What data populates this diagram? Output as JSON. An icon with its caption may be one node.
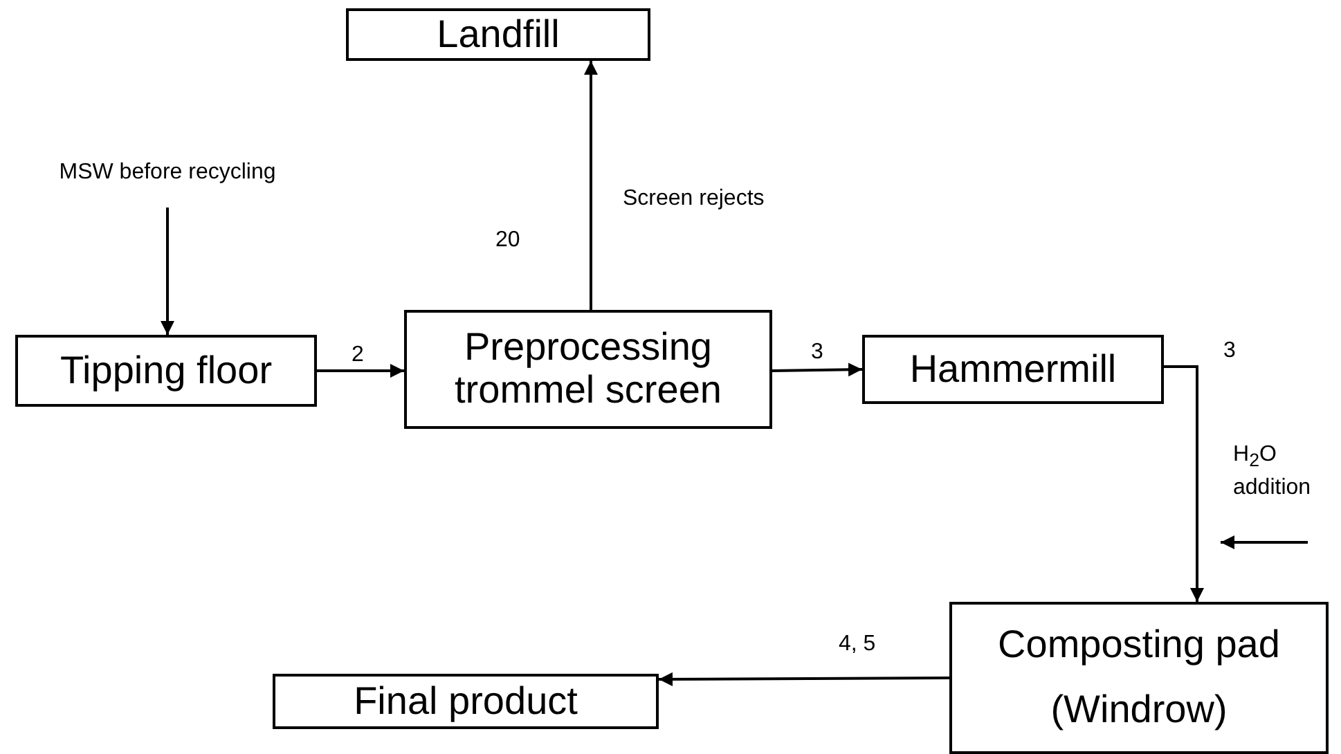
{
  "diagram": {
    "nodes": [
      {
        "text": [
          "Landfill"
        ]
      },
      {
        "text": [
          "MSW before recycling"
        ]
      },
      {
        "text": [
          "Tipping floor"
        ]
      },
      {
        "text": [
          "Preprocessing trommel screen"
        ]
      },
      {
        "text": [
          "Hammermill"
        ]
      },
      {
        "text": [
          "Composting pad",
          "(Windrow)"
        ]
      },
      {
        "text": [
          "Final product"
        ]
      }
    ],
    "edges": [
      {
        "from": 1,
        "to": 2,
        "arrow": "to"
      },
      {
        "from": 2,
        "to": 3,
        "arrow": "to",
        "label": "2"
      },
      {
        "from": 3,
        "to": 0,
        "arrow": "to",
        "label": "Screen rejects"
      },
      {
        "from": 3,
        "to": 4,
        "arrow": "to",
        "label": "3"
      },
      {
        "from": 4,
        "to": 5,
        "arrow": "to",
        "label": "3"
      },
      {
        "from": 5,
        "to": 6,
        "arrow": "to",
        "label": "4, 5"
      }
    ],
    "labels": [
      "20",
      "H$_{2}$O addition"
    ]
  }
}
